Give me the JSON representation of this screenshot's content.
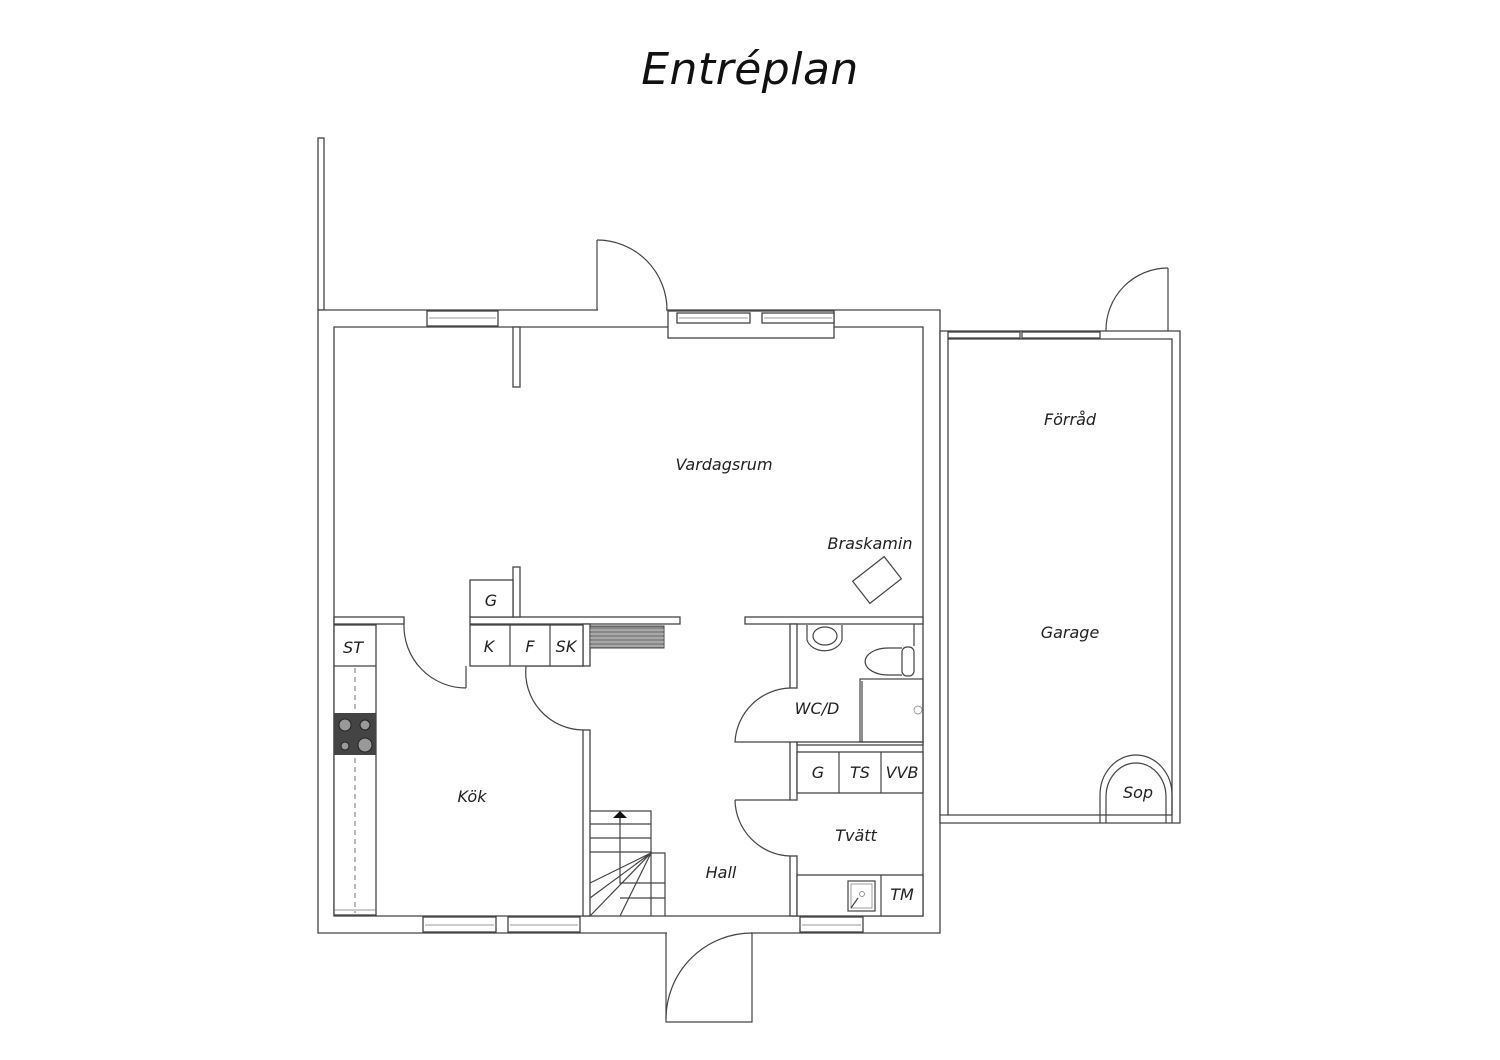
{
  "title": "Entréplan",
  "rooms": {
    "vardagsrum": "Vardagsrum",
    "braskamin": "Braskamin",
    "forrad": "Förråd",
    "garage": "Garage",
    "sop": "Sop",
    "kok": "Kök",
    "hall": "Hall",
    "wcd": "WC/D",
    "tvatt": "Tvätt"
  },
  "fixtures": {
    "g_top": "G",
    "k": "K",
    "f": "F",
    "sk": "SK",
    "st": "ST",
    "g_tvatt": "G",
    "ts": "TS",
    "vvb": "VVB",
    "tm": "TM"
  }
}
